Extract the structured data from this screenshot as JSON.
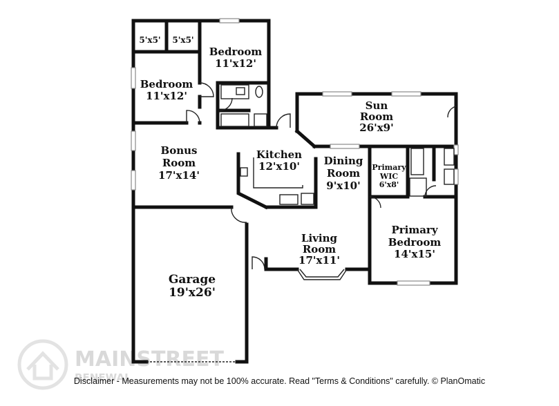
{
  "rooms": [
    {
      "id": "closet-left",
      "name": "5'x5'",
      "size": ""
    },
    {
      "id": "closet-right",
      "name": "5'x5'",
      "size": ""
    },
    {
      "id": "bedroom-2",
      "name": "Bedroom",
      "size": "11'x12'"
    },
    {
      "id": "bedroom-1",
      "name": "Bedroom",
      "size": "11'x12'"
    },
    {
      "id": "sun-room-1",
      "name": "Sun",
      "size": "Room"
    },
    {
      "id": "sun-room-2",
      "name": "26'x9'",
      "size": ""
    },
    {
      "id": "bonus",
      "name": "Bonus",
      "size": "Room"
    },
    {
      "id": "bonus-size",
      "name": "17'x14'",
      "size": ""
    },
    {
      "id": "kitchen",
      "name": "Kitchen",
      "size": "12'x10'"
    },
    {
      "id": "dining",
      "name": "Dining",
      "size": "Room"
    },
    {
      "id": "dining-size",
      "name": "9'x10'",
      "size": ""
    },
    {
      "id": "wic",
      "name": "Primary",
      "size": "WIC"
    },
    {
      "id": "wic-size",
      "name": "6'x8'",
      "size": ""
    },
    {
      "id": "garage",
      "name": "Garage",
      "size": "19'x26'"
    },
    {
      "id": "living",
      "name": "Living",
      "size": "Room"
    },
    {
      "id": "living-size",
      "name": "17'x11'",
      "size": ""
    },
    {
      "id": "primary-bed",
      "name": "Primary",
      "size": "Bedroom"
    },
    {
      "id": "primary-bed-size",
      "name": "14'x15'",
      "size": ""
    }
  ],
  "watermark": {
    "line1": "MAINSTREET",
    "line2": "RENEWAL"
  },
  "disclaimer": "Disclaimer - Measurements may not be 100% accurate. Read \"Terms & Conditions\" carefully. © PlanOmatic"
}
